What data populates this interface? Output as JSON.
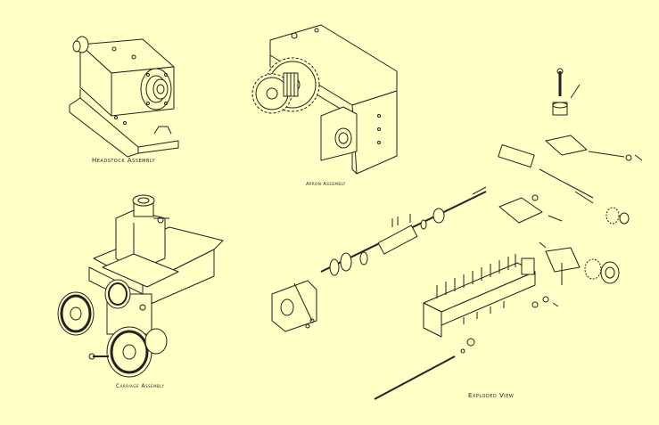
{
  "colors": {
    "background": "#ffffc6",
    "line": "#222222"
  },
  "labels": {
    "headstock": "Headstock Assembly",
    "apron": "Apron Assembly",
    "carriage": "Carriage Assembly",
    "exploded": "Exploded View"
  }
}
